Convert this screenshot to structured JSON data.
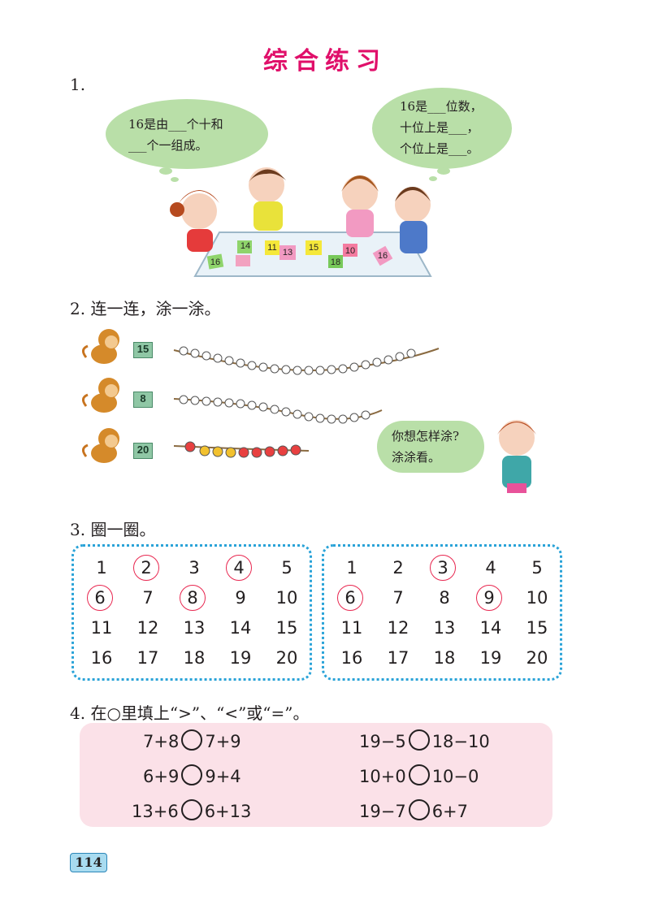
{
  "title": "综合练习",
  "section1": {
    "number": "1.",
    "bubble_left": {
      "line1": "16是由___个十和",
      "line2": "___个一组成。"
    },
    "bubble_right": {
      "line1": "16是___位数，",
      "line2": "十位上是___，",
      "line3": "个位上是___。"
    },
    "cards": [
      "14",
      "11",
      "13",
      "15",
      "18",
      "10",
      "16",
      "16"
    ]
  },
  "section2": {
    "heading": "2. 连一连，涂一涂。",
    "badges": [
      "15",
      "8",
      "20"
    ],
    "bubble": {
      "line1": "你想怎样涂?",
      "line2": "涂涂看。"
    }
  },
  "section3": {
    "heading": "3. 圈一圈。",
    "grid_left": [
      [
        "1",
        "2",
        "3",
        "4",
        "5"
      ],
      [
        "6",
        "7",
        "8",
        "9",
        "10"
      ],
      [
        "11",
        "12",
        "13",
        "14",
        "15"
      ],
      [
        "16",
        "17",
        "18",
        "19",
        "20"
      ]
    ],
    "grid_left_circled": [
      "2",
      "4",
      "6",
      "8"
    ],
    "grid_right": [
      [
        "1",
        "2",
        "3",
        "4",
        "5"
      ],
      [
        "6",
        "7",
        "8",
        "9",
        "10"
      ],
      [
        "11",
        "12",
        "13",
        "14",
        "15"
      ],
      [
        "16",
        "17",
        "18",
        "19",
        "20"
      ]
    ],
    "grid_right_circled": [
      "3",
      "6",
      "9"
    ]
  },
  "section4": {
    "heading": "4. 在○里填上“>”、“<”或“=”。",
    "rows": [
      {
        "left_a": "7+8",
        "left_b": "7+9",
        "right_a": "19−5",
        "right_b": "18−10"
      },
      {
        "left_a": "6+9",
        "left_b": "9+4",
        "right_a": "10+0",
        "right_b": "10−0"
      },
      {
        "left_a": "13+6",
        "left_b": "6+13",
        "right_a": "19−7",
        "right_b": "6+7"
      }
    ]
  },
  "page_number": "114",
  "colors": {
    "title": "#e0106a",
    "bubble": "#b9dfa8",
    "grid_border": "#2aa3d8",
    "circle": "#e8264f",
    "compare_bg": "#fbe1e8"
  }
}
